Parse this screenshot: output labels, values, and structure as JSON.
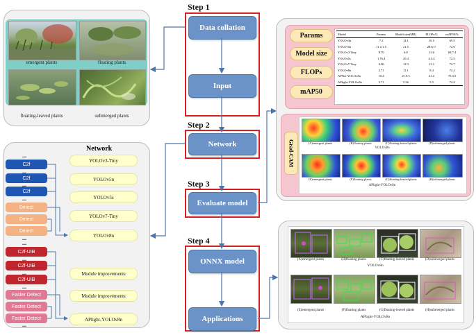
{
  "steps": [
    "Step 1",
    "Step 2",
    "Step 3",
    "Step 4"
  ],
  "flow": {
    "data_collation": "Data collation",
    "input": "Input",
    "network": "Network",
    "evaluate": "Evaluate model",
    "onnx": "ONNX model",
    "applications": "Applications"
  },
  "dataset": {
    "emergent": "emergent plants",
    "floating": "floating plants",
    "floating_leaved": "floating-leaved plants",
    "submerged": "submerged plants"
  },
  "network": {
    "title": "Network",
    "dots": "...",
    "c2f": "C2f",
    "detect": "Detect",
    "c2f_uib": "C2f-UIB",
    "faster_detect": "Faster Detect",
    "models": [
      "YOLOv3-Tiny",
      "YOLOv5n",
      "YOLOv5s",
      "YOLOv7-Tiny",
      "YOLOv8n"
    ],
    "improvements": [
      "Module improvements",
      "Module improvements",
      "APlight-YOLOv8n"
    ]
  },
  "metrics": {
    "labels": [
      "Params",
      "Model size",
      "FLOPs",
      "mAP50"
    ],
    "table": {
      "headers": [
        "Model",
        "Params",
        "Model size(MB)",
        "FLOPs/G",
        "mAP50/%"
      ],
      "rows": [
        [
          "YOLOv3n",
          "7.2",
          "14.1",
          "16.5",
          "69.5"
        ],
        [
          "YOLOv5n",
          "11.1/1.5",
          "21.5",
          "28.6/.7",
          "72.6"
        ],
        [
          "YOLOv3-Tiny",
          "8.70",
          "6.8",
          "13.0",
          "68.7.4"
        ],
        [
          "YOLOv5s",
          "1.76.4",
          "29.4",
          "4.3.4",
          "72.5"
        ],
        [
          "YOLOv7-Tiny",
          "6.06",
          "12.3",
          "13.3",
          "74.7"
        ],
        [
          "YOLOv8n",
          "2.71",
          "11.1",
          "8.4",
          "72.4"
        ],
        [
          "APNet-YOLOv8n",
          "10.4",
          "21.9.5",
          "21.4",
          "75.3.5"
        ],
        [
          "APlight-YOLOv8n",
          "2.71",
          "5.56",
          "5.5",
          "74.4"
        ]
      ]
    }
  },
  "gradcam": {
    "label": "Grad-CAM",
    "row1": [
      "(A)emergent plants",
      "(B)floating plants",
      "(C)floating-leaved plants",
      "(D)submerged plants"
    ],
    "row1_title": "YOLOv8n",
    "row2": [
      "(E)emergent plants",
      "(F)floating plants",
      "(G)floating-leaved plants",
      "(H)submerged plants"
    ],
    "row2_title": "APlight-YOLOv8n"
  },
  "apps": {
    "row1": [
      "(A)emergent plants",
      "(B)floating plants",
      "(C)floating-leaved plants",
      "(D)submerged plants"
    ],
    "row1_title": "YOLOv8n",
    "row2": [
      "(E)emergent plants",
      "(F)floating plants",
      "(G)floating-leaved plants",
      "(H)submerged plants"
    ],
    "row2_title": "APlight-YOLOv8n"
  },
  "colors": {
    "step_button": "#6b93c7",
    "highlight": "#d42020",
    "arrow": "#4f76a8",
    "c2f": "#1f56b4",
    "detect": "#f4b183",
    "c2f_uib": "#c0262d",
    "faster_detect": "#e07a94"
  }
}
